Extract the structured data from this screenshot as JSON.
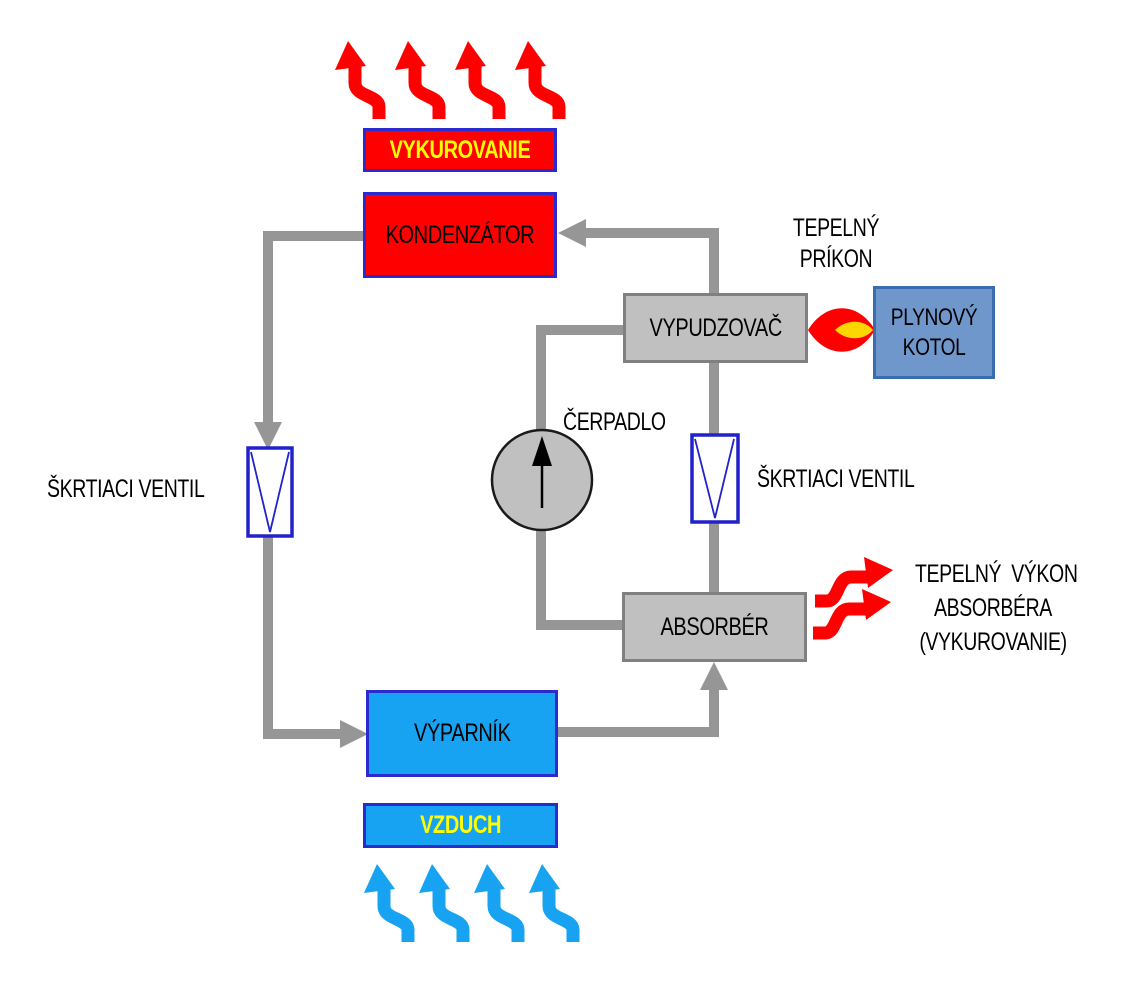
{
  "diagram": {
    "boxes": {
      "vykurovanie": {
        "label": "VYKUROVANIE"
      },
      "kondenzator": {
        "label": "KONDENZÁTOR"
      },
      "vypudzovac": {
        "label": "VYPUDZOVAČ"
      },
      "plynovy_kotol": {
        "line1": "PLYNOVÝ",
        "line2": "KOTOL"
      },
      "absorber": {
        "label": "ABSORBÉR"
      },
      "vyparnik": {
        "label": "VÝPARNÍK"
      },
      "vzduch": {
        "label": "VZDUCH"
      }
    },
    "labels": {
      "tepelny_prikon_line1": "TEPELNÝ",
      "tepelny_prikon_line2": "PRÍKON",
      "cerpadlo": "ČERPADLO",
      "skrtiaci_ventil_left": "ŠKRTIACI VENTIL",
      "skrtiaci_ventil_right": "ŠKRTIACI VENTIL",
      "tepelny_vykon_line1": "TEPELNÝ  VÝKON",
      "tepelny_vykon_line2": "ABSORBÉRA",
      "tepelny_vykon_line3": "(VYKUROVANIE)"
    },
    "colors": {
      "red": "#fe0000",
      "yellow": "#ffff00",
      "bright-blue": "#18a3f2",
      "box-border-blue": "#2a2ad0",
      "steel-blue": "#7097cb",
      "steel-blue-border": "#3a6cb0",
      "gray-fill": "#c0c0c0",
      "gray-border": "#808080",
      "pipe-gray": "#969696",
      "valve-blue": "#2222cc",
      "flame-yellow": "#ffd700"
    }
  }
}
